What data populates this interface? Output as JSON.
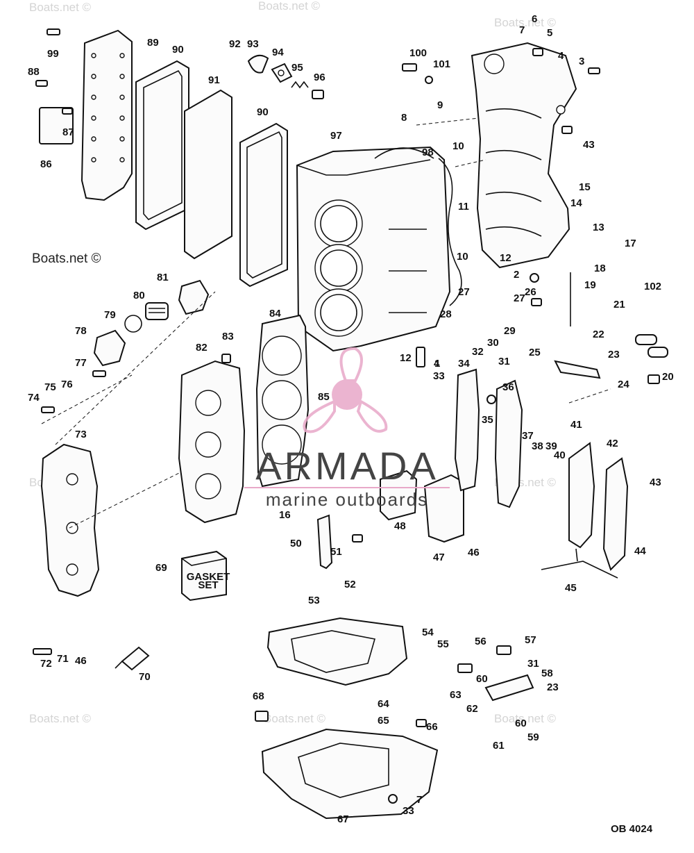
{
  "diagram": {
    "reference": "OB 4024",
    "watermarks": {
      "site": "Boats.net ©",
      "brand_name": "ARMADA",
      "brand_tagline": "marine outboards"
    },
    "colors": {
      "line": "#111111",
      "background": "#ffffff",
      "logo": "#e8a8c8"
    },
    "part_labels": [
      "1",
      "2",
      "3",
      "4",
      "5",
      "6",
      "7",
      "8",
      "9",
      "10",
      "11",
      "12",
      "13",
      "14",
      "15",
      "16",
      "17",
      "18",
      "19",
      "20",
      "21",
      "22",
      "23",
      "24",
      "25",
      "26",
      "27",
      "28",
      "29",
      "30",
      "31",
      "32",
      "33",
      "34",
      "35",
      "36",
      "37",
      "38",
      "39",
      "40",
      "41",
      "42",
      "43",
      "44",
      "45",
      "46",
      "47",
      "48",
      "50",
      "51",
      "52",
      "53",
      "54",
      "55",
      "56",
      "57",
      "58",
      "59",
      "60",
      "61",
      "62",
      "63",
      "64",
      "65",
      "66",
      "67",
      "68",
      "69",
      "70",
      "71",
      "72",
      "73",
      "74",
      "75",
      "76",
      "77",
      "78",
      "79",
      "80",
      "81",
      "82",
      "83",
      "84",
      "85",
      "86",
      "87",
      "88",
      "89",
      "90",
      "91",
      "92",
      "93",
      "94",
      "95",
      "96",
      "97",
      "98",
      "99",
      "100",
      "101",
      "102"
    ],
    "gasket_set_label": [
      "GASKET",
      "SET"
    ]
  }
}
